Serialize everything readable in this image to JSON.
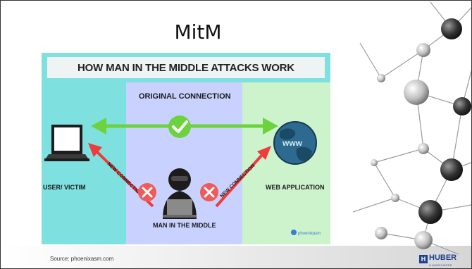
{
  "slide": {
    "title": "MitM",
    "source": "Source: phoenixasm.com"
  },
  "figure": {
    "banner": "HOW MAN IN THE MIDDLE ATTACKS WORK",
    "original_connection": "ORIGINAL CONNECTION",
    "new_connection_left": "NEW CONNECTION",
    "new_connection_right": "NEW CONNECTION",
    "user_label": "USER/ VICTIM",
    "web_label": "WEB APPLICATION",
    "mitm_label": "MAN IN THE MIDDLE",
    "globe_text": "www",
    "watermark": "phoenixasm"
  },
  "logo": {
    "mark": "H",
    "name": "HUBER",
    "sub": "& ASSOCIATES"
  },
  "colors": {
    "teal_panel": "#7ee0df",
    "lavender_panel": "#c9d2ff",
    "mint_panel": "#ccf3cb",
    "green_arrow": "#6cd33f",
    "red_arrow": "#ef3b3b",
    "brand_blue": "#1f3f8f"
  },
  "icons": [
    "laptop-icon",
    "check-icon",
    "globe-icon",
    "hacker-icon",
    "x-icon"
  ]
}
